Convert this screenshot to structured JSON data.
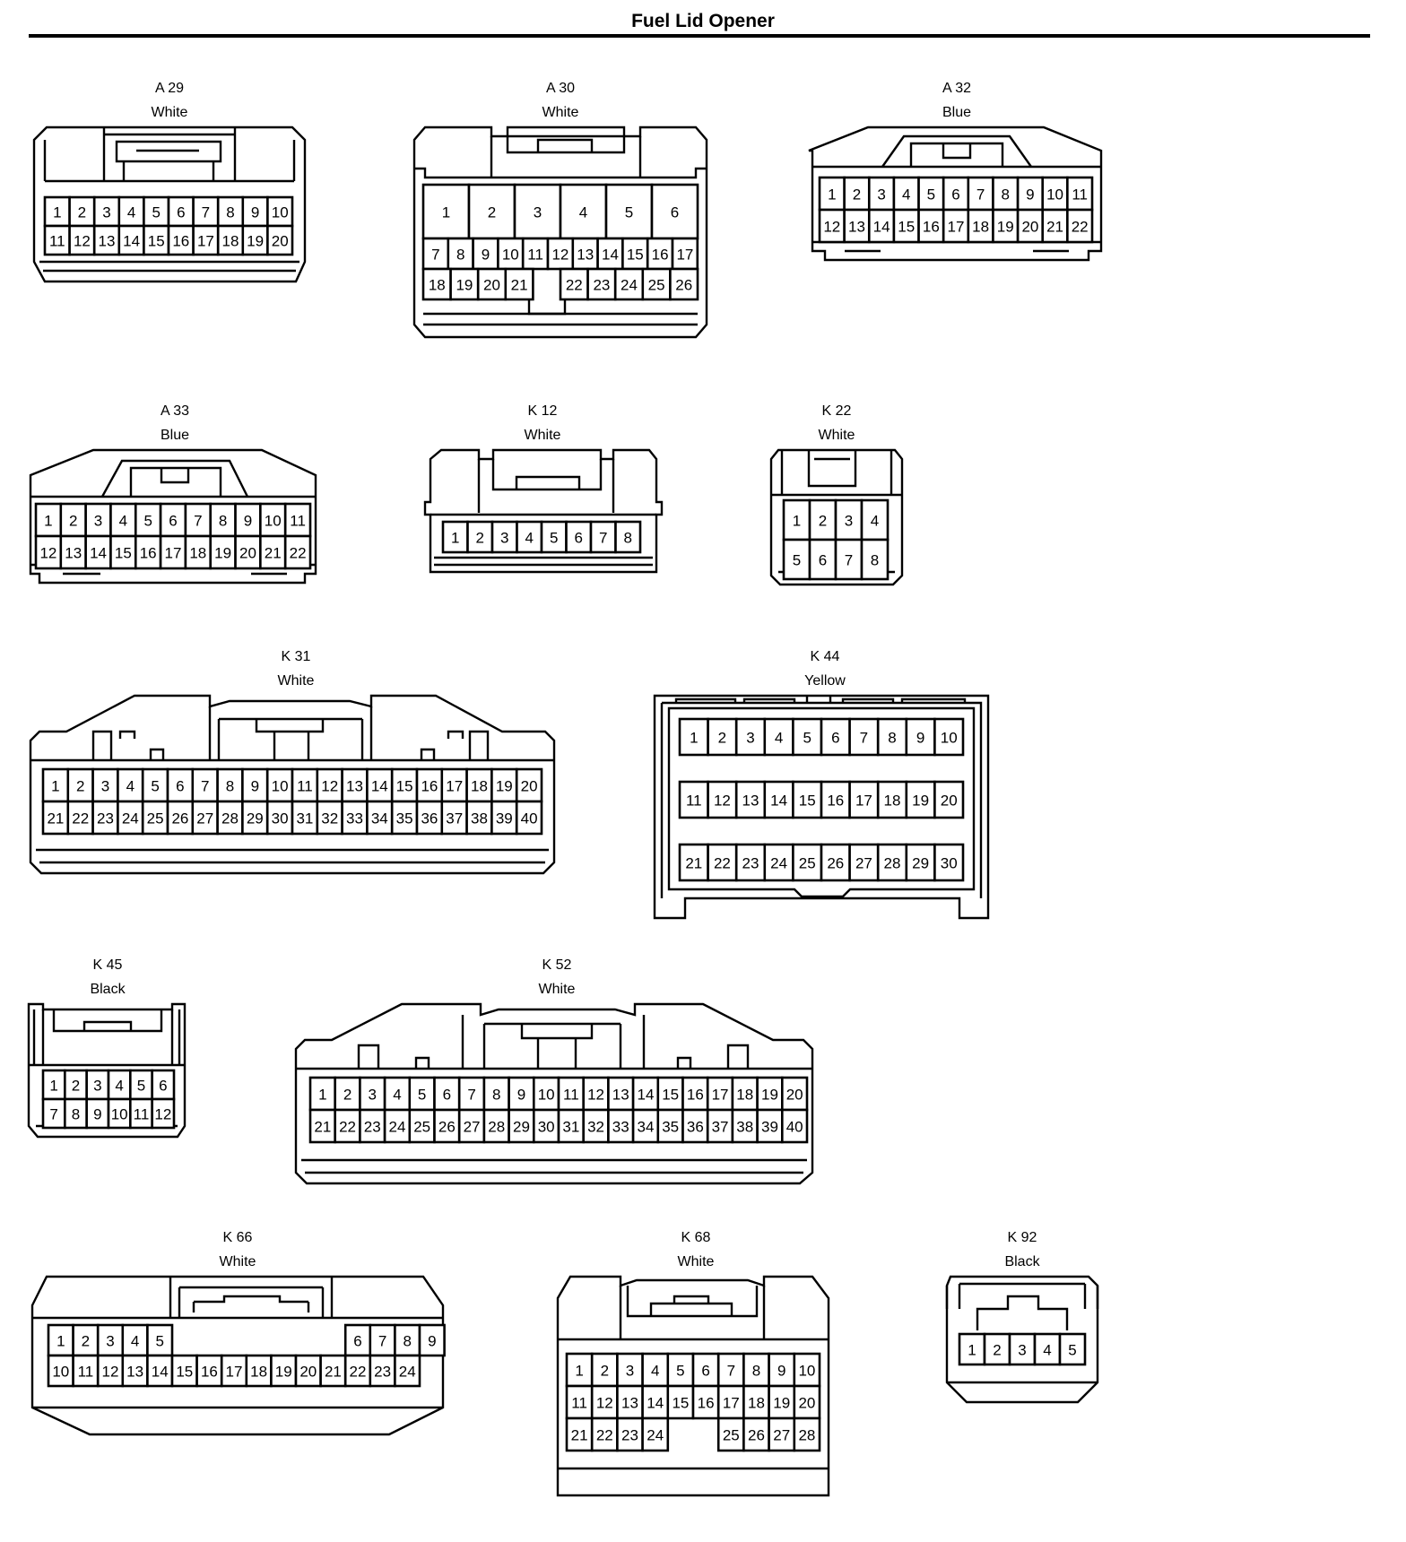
{
  "header": {
    "title": "Fuel Lid Opener"
  },
  "connectors": [
    {
      "key": "a29",
      "id": "A 29",
      "color": "White",
      "rows": [
        [
          1,
          2,
          3,
          4,
          5,
          6,
          7,
          8,
          9,
          10
        ],
        [
          11,
          12,
          13,
          14,
          15,
          16,
          17,
          18,
          19,
          20
        ]
      ]
    },
    {
      "key": "a30",
      "id": "A 30",
      "color": "White",
      "rows": [
        [
          1,
          2,
          3,
          4,
          5,
          6
        ],
        [
          7,
          8,
          9,
          10,
          11,
          12,
          13,
          14,
          15,
          16,
          17
        ],
        [
          18,
          19,
          20,
          21,
          null,
          22,
          23,
          24,
          25,
          26
        ]
      ]
    },
    {
      "key": "a32",
      "id": "A 32",
      "color": "Blue",
      "rows": [
        [
          1,
          2,
          3,
          4,
          5,
          6,
          7,
          8,
          9,
          10,
          11
        ],
        [
          12,
          13,
          14,
          15,
          16,
          17,
          18,
          19,
          20,
          21,
          22
        ]
      ]
    },
    {
      "key": "a33",
      "id": "A 33",
      "color": "Blue",
      "rows": [
        [
          1,
          2,
          3,
          4,
          5,
          6,
          7,
          8,
          9,
          10,
          11
        ],
        [
          12,
          13,
          14,
          15,
          16,
          17,
          18,
          19,
          20,
          21,
          22
        ]
      ]
    },
    {
      "key": "k12",
      "id": "K 12",
      "color": "White",
      "rows": [
        [
          1,
          2,
          3,
          4,
          5,
          6,
          7,
          8
        ]
      ]
    },
    {
      "key": "k22",
      "id": "K 22",
      "color": "White",
      "rows": [
        [
          1,
          2,
          3,
          4
        ],
        [
          5,
          6,
          7,
          8
        ]
      ]
    },
    {
      "key": "k31",
      "id": "K 31",
      "color": "White",
      "rows": [
        [
          1,
          2,
          3,
          4,
          5,
          6,
          7,
          8,
          9,
          10,
          11,
          12,
          13,
          14,
          15,
          16,
          17,
          18,
          19,
          20
        ],
        [
          21,
          22,
          23,
          24,
          25,
          26,
          27,
          28,
          29,
          30,
          31,
          32,
          33,
          34,
          35,
          36,
          37,
          38,
          39,
          40
        ]
      ]
    },
    {
      "key": "k44",
      "id": "K 44",
      "color": "Yellow",
      "rows": [
        [
          1,
          2,
          3,
          4,
          5,
          6,
          7,
          8,
          9,
          10
        ],
        [
          11,
          12,
          13,
          14,
          15,
          16,
          17,
          18,
          19,
          20
        ],
        [
          21,
          22,
          23,
          24,
          25,
          26,
          27,
          28,
          29,
          30
        ]
      ]
    },
    {
      "key": "k45",
      "id": "K 45",
      "color": "Black",
      "rows": [
        [
          1,
          2,
          3,
          4,
          5,
          6
        ],
        [
          7,
          8,
          9,
          10,
          11,
          12
        ]
      ]
    },
    {
      "key": "k52",
      "id": "K 52",
      "color": "White",
      "rows": [
        [
          1,
          2,
          3,
          4,
          5,
          6,
          7,
          8,
          9,
          10,
          11,
          12,
          13,
          14,
          15,
          16,
          17,
          18,
          19,
          20
        ],
        [
          21,
          22,
          23,
          24,
          25,
          26,
          27,
          28,
          29,
          30,
          31,
          32,
          33,
          34,
          35,
          36,
          37,
          38,
          39,
          40
        ]
      ]
    },
    {
      "key": "k66",
      "id": "K 66",
      "color": "White",
      "rows": [
        [
          1,
          2,
          3,
          4,
          5,
          null,
          null,
          null,
          null,
          null,
          null,
          null,
          6,
          7,
          8,
          9
        ],
        [
          10,
          11,
          12,
          13,
          14,
          15,
          16,
          17,
          18,
          19,
          20,
          21,
          22,
          23,
          24
        ]
      ]
    },
    {
      "key": "k68",
      "id": "K 68",
      "color": "White",
      "rows": [
        [
          1,
          2,
          3,
          4,
          5,
          6,
          7,
          8,
          9,
          10
        ],
        [
          11,
          12,
          13,
          14,
          15,
          16,
          17,
          18,
          19,
          20
        ],
        [
          21,
          22,
          23,
          24,
          null,
          null,
          25,
          26,
          27,
          28
        ]
      ]
    },
    {
      "key": "k92",
      "id": "K 92",
      "color": "Black",
      "rows": [
        [
          1,
          2,
          3,
          4,
          5
        ]
      ]
    }
  ]
}
